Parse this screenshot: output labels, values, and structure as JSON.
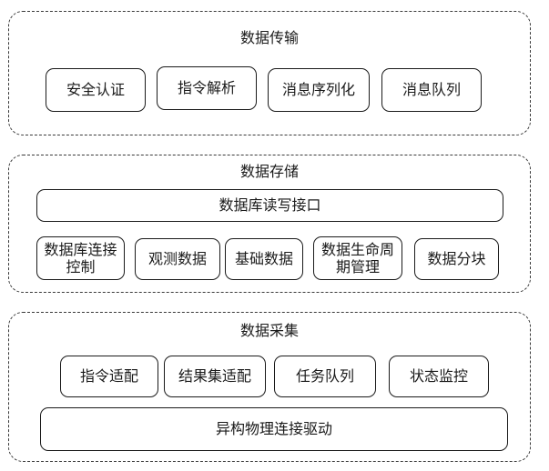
{
  "layers": {
    "transmission": {
      "title": "数据传输",
      "items": [
        "安全认证",
        "指令解析",
        "消息序列化",
        "消息队列"
      ]
    },
    "storage": {
      "title": "数据存储",
      "interface": "数据库读写接口",
      "items": [
        "数据库连接控制",
        "观测数据",
        "基础数据",
        "数据生命周期管理",
        "数据分块"
      ]
    },
    "acquisition": {
      "title": "数据采集",
      "items": [
        "指令适配",
        "结果集适配",
        "任务队列",
        "状态监控"
      ],
      "driver": "异构物理连接驱动"
    }
  }
}
